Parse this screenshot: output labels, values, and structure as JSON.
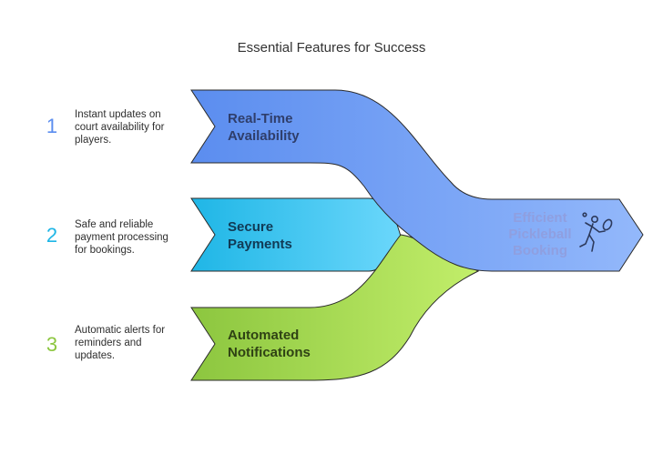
{
  "title": "Essential Features for Success",
  "steps": [
    {
      "number": "1",
      "label_line1": "Real-Time",
      "label_line2": "Availability",
      "description": "Instant updates on court availability for players.",
      "color": "#5b8def"
    },
    {
      "number": "2",
      "label_line1": "Secure",
      "label_line2": "Payments",
      "description": "Safe and reliable payment processing for bookings.",
      "color": "#1fb6e6"
    },
    {
      "number": "3",
      "label_line1": "Automated",
      "label_line2": "Notifications",
      "description": "Automatic alerts for reminders and updates.",
      "color": "#8cc63f"
    }
  ],
  "outcome": {
    "line1": "Efficient",
    "line2": "Pickleball",
    "line3": "Booking",
    "icon": "pickleball-player-icon",
    "color": "#6f93ea"
  }
}
